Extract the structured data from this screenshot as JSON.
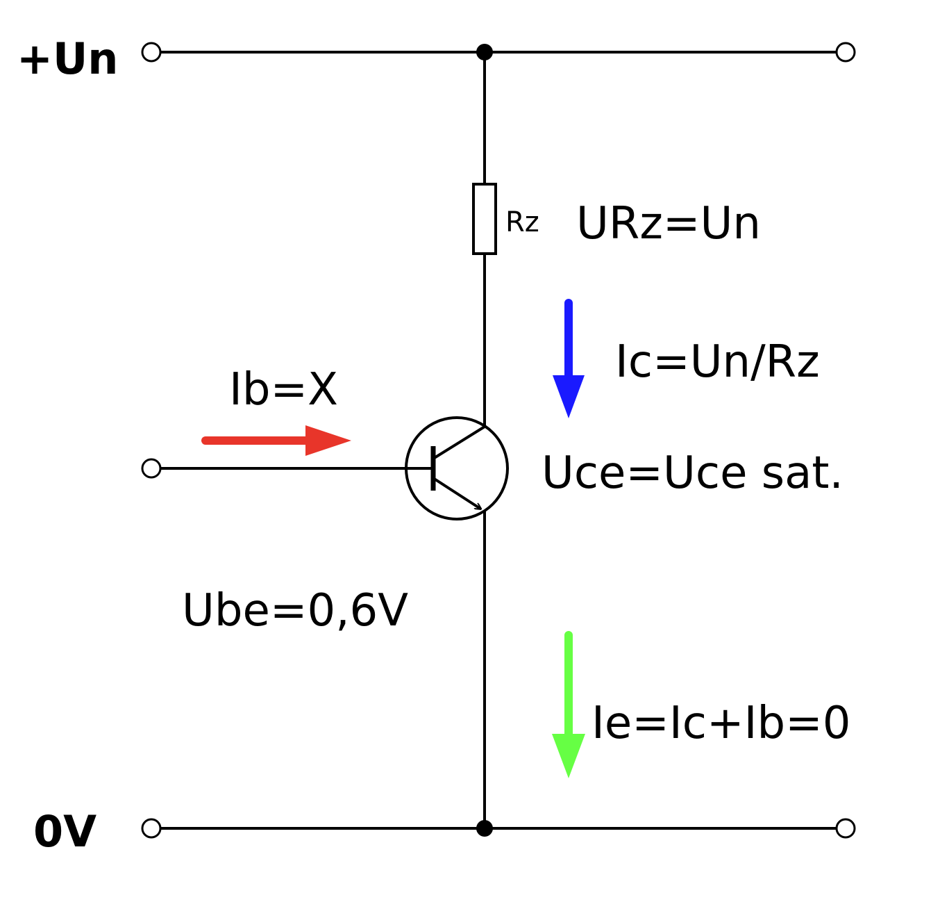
{
  "labels": {
    "supply_positive": "+Un",
    "supply_ground": "0V",
    "resistor_name": "Rz",
    "resistor_voltage": "URz=Un",
    "collector_current": "Ic=Un/Rz",
    "base_current": "Ib=X",
    "collector_emitter_voltage": "Uce=Uce sat.",
    "base_emitter_voltage": "Ube=0,6V",
    "emitter_current": "Ie=Ic+Ib=0"
  },
  "colors": {
    "wire": "#000000",
    "base_current_arrow": "#e8352a",
    "collector_current_arrow": "#1a1aff",
    "emitter_current_arrow": "#66ff44"
  }
}
